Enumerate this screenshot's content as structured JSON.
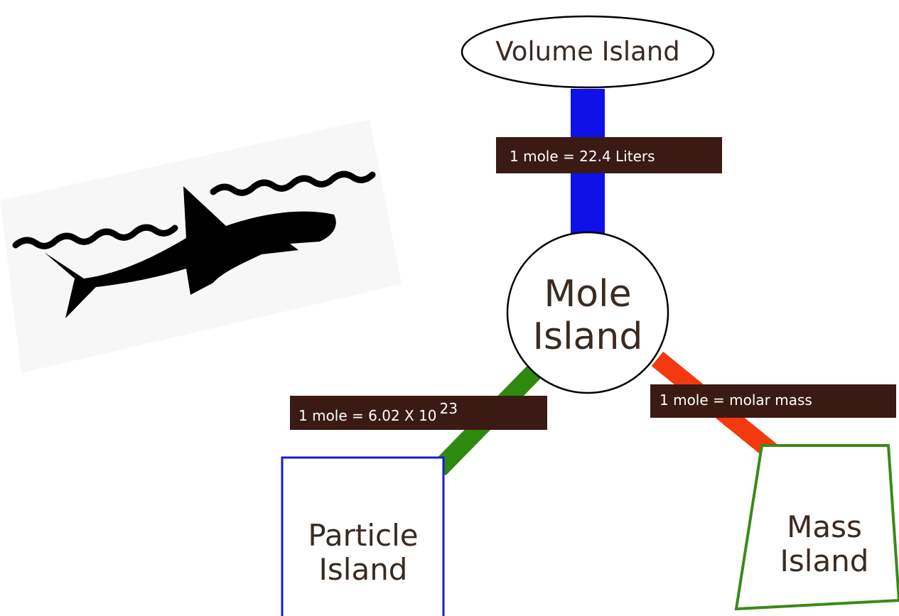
{
  "islands": {
    "volume": "Volume Island",
    "mole_line1": "Mole",
    "mole_line2": "Island",
    "particle_line1": "Particle",
    "particle_line2": "Island",
    "mass_line1": "Mass",
    "mass_line2": "Island"
  },
  "conversions": {
    "volume": "1 mole = 22.4 Liters",
    "particle": "1 mole = 6.02 X 10",
    "particle_exponent": "23",
    "mass": "1 mole = molar mass"
  },
  "colors": {
    "volume_bridge": "#1010e8",
    "particle_bridge": "#2e8a0e",
    "mass_bridge": "#f23a0e",
    "label_bg": "#3b1a14",
    "particle_border": "#1a1ad8",
    "mass_border": "#3a8a18"
  },
  "icons": [
    "shark-icon",
    "waves-icon"
  ]
}
